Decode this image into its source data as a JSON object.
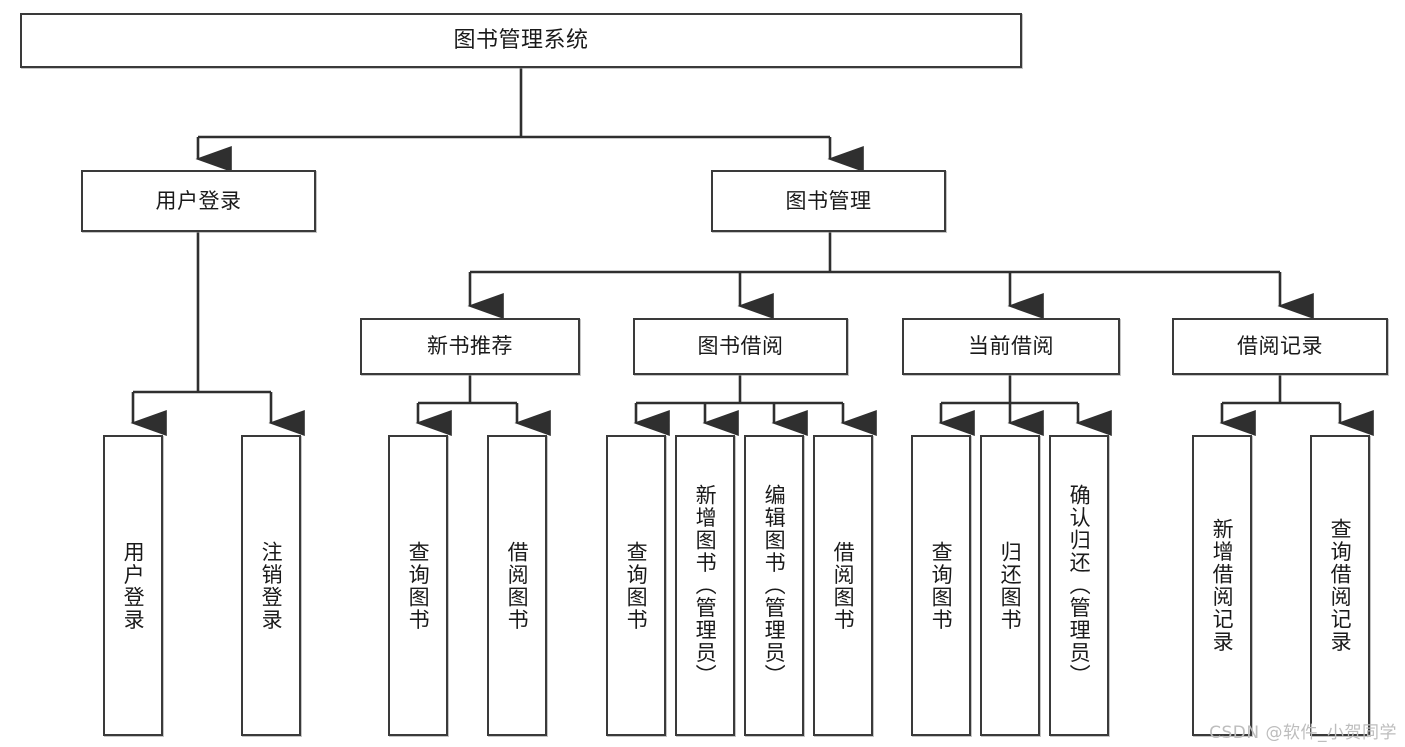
{
  "diagram": {
    "title": "图书管理系统",
    "type": "tree",
    "watermark": "CSDN @软件_小贺同学",
    "colors": {
      "box_border": "#3a3a3a",
      "box_fill": "#ffffff",
      "connector": "#2f2f2f",
      "text": "#1a1a1a",
      "watermark": "#bdbdbd"
    },
    "levels": {
      "root": {
        "label": "图书管理系统"
      },
      "level2": [
        {
          "label": "用户登录"
        },
        {
          "label": "图书管理"
        }
      ],
      "level3": [
        {
          "label": "新书推荐"
        },
        {
          "label": "图书借阅"
        },
        {
          "label": "当前借阅"
        },
        {
          "label": "借阅记录"
        }
      ]
    },
    "leaves": {
      "user_login": [
        {
          "label": "用户登录"
        },
        {
          "label": "注销登录"
        }
      ],
      "new_book_recommend": [
        {
          "label": "查询图书"
        },
        {
          "label": "借阅图书"
        }
      ],
      "book_borrow": [
        {
          "label": "查询图书"
        },
        {
          "label": "新增图书（管理员）"
        },
        {
          "label": "编辑图书（管理员）"
        },
        {
          "label": "借阅图书"
        }
      ],
      "current_borrow": [
        {
          "label": "查询图书"
        },
        {
          "label": "归还图书"
        },
        {
          "label": "确认归还（管理员）"
        }
      ],
      "borrow_record": [
        {
          "label": "新增借阅记录"
        },
        {
          "label": "查询借阅记录"
        }
      ]
    }
  }
}
